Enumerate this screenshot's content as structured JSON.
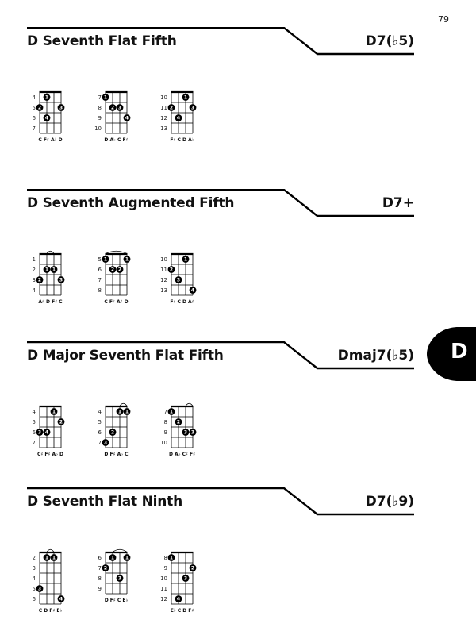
{
  "page_number": "79",
  "tab_letter": "D",
  "sections": [
    {
      "name": "D Seventh Flat Fifth",
      "symbol": "D7(♭5)",
      "diagrams": [
        {
          "frets": [
            "4",
            "5",
            "6",
            "7"
          ],
          "notes": "C  F♯ A♭ D",
          "dots": [
            {
              "s": 1,
              "f": 1,
              "n": "1"
            },
            {
              "s": 0,
              "f": 2,
              "n": "2"
            },
            {
              "s": 3,
              "f": 2,
              "n": "3"
            },
            {
              "s": 1,
              "f": 3,
              "n": "4"
            }
          ],
          "arcs": []
        },
        {
          "frets": [
            "7",
            "8",
            "9",
            "10"
          ],
          "notes": "D A♭ C F♯",
          "dots": [
            {
              "s": 0,
              "f": 1,
              "n": "1"
            },
            {
              "s": 1,
              "f": 2,
              "n": "2"
            },
            {
              "s": 2,
              "f": 2,
              "n": "3"
            },
            {
              "s": 3,
              "f": 3,
              "n": "4"
            }
          ],
          "arcs": []
        },
        {
          "frets": [
            "10",
            "11",
            "12",
            "13"
          ],
          "notes": "F♯ C  D A♭",
          "dots": [
            {
              "s": 2,
              "f": 1,
              "n": "1"
            },
            {
              "s": 0,
              "f": 2,
              "n": "2"
            },
            {
              "s": 3,
              "f": 2,
              "n": "3"
            },
            {
              "s": 1,
              "f": 3,
              "n": "4"
            }
          ],
          "arcs": []
        }
      ]
    },
    {
      "name": "D Seventh Augmented Fifth",
      "symbol": "D7+",
      "diagrams": [
        {
          "frets": [
            "1",
            "2",
            "3",
            "4"
          ],
          "notes": "A♯ D F♯ C",
          "dots": [
            {
              "s": 1,
              "f": 2,
              "n": "1"
            },
            {
              "s": 2,
              "f": 2,
              "n": "1"
            },
            {
              "s": 0,
              "f": 3,
              "n": "2"
            },
            {
              "s": 3,
              "f": 3,
              "n": "3"
            }
          ],
          "arcs": [
            [
              1,
              2
            ]
          ]
        },
        {
          "frets": [
            "5",
            "6",
            "7",
            "8"
          ],
          "notes": "C F♯ A♯ D",
          "dots": [
            {
              "s": 0,
              "f": 1,
              "n": "1"
            },
            {
              "s": 3,
              "f": 1,
              "n": "1"
            },
            {
              "s": 1,
              "f": 2,
              "n": "2"
            },
            {
              "s": 2,
              "f": 2,
              "n": "2"
            }
          ],
          "arcs": [
            [
              0,
              3
            ]
          ]
        },
        {
          "frets": [
            "10",
            "11",
            "12",
            "13"
          ],
          "notes": "F♯ C  D A♯",
          "dots": [
            {
              "s": 2,
              "f": 1,
              "n": "1"
            },
            {
              "s": 0,
              "f": 2,
              "n": "2"
            },
            {
              "s": 1,
              "f": 3,
              "n": "3"
            },
            {
              "s": 3,
              "f": 4,
              "n": "4"
            }
          ],
          "arcs": []
        }
      ]
    },
    {
      "name": "D Major Seventh Flat Fifth",
      "symbol": "Dmaj7(♭5)",
      "diagrams": [
        {
          "frets": [
            "4",
            "5",
            "6",
            "7"
          ],
          "notes": "C♯ F♯ A♭ D",
          "dots": [
            {
              "s": 2,
              "f": 1,
              "n": "1"
            },
            {
              "s": 3,
              "f": 2,
              "n": "2"
            },
            {
              "s": 0,
              "f": 3,
              "n": "3"
            },
            {
              "s": 1,
              "f": 3,
              "n": "4"
            }
          ],
          "arcs": []
        },
        {
          "frets": [
            "4",
            "5",
            "6",
            "7"
          ],
          "notes": "D F♯ A♭ C",
          "dots": [
            {
              "s": 2,
              "f": 1,
              "n": "1"
            },
            {
              "s": 3,
              "f": 1,
              "n": "1"
            },
            {
              "s": 1,
              "f": 3,
              "n": "2"
            },
            {
              "s": 0,
              "f": 4,
              "n": "3"
            }
          ],
          "arcs": [
            [
              2,
              3
            ]
          ]
        },
        {
          "frets": [
            "7",
            "8",
            "9",
            "10"
          ],
          "notes": "D A♭ C♯ F♯",
          "dots": [
            {
              "s": 0,
              "f": 1,
              "n": "1"
            },
            {
              "s": 1,
              "f": 2,
              "n": "2"
            },
            {
              "s": 2,
              "f": 3,
              "n": "3"
            },
            {
              "s": 3,
              "f": 3,
              "n": "3"
            }
          ],
          "arcs": [
            [
              2,
              3
            ]
          ]
        }
      ]
    },
    {
      "name": "D Seventh Flat Ninth",
      "symbol": "D7(♭9)",
      "diagrams": [
        {
          "frets": [
            "2",
            "3",
            "4",
            "5",
            "6"
          ],
          "notes": "C  D F♯ E♭",
          "dots": [
            {
              "s": 1,
              "f": 1,
              "n": "1"
            },
            {
              "s": 2,
              "f": 1,
              "n": "1"
            },
            {
              "s": 0,
              "f": 4,
              "n": "3"
            },
            {
              "s": 3,
              "f": 5,
              "n": "4"
            }
          ],
          "arcs": [
            [
              1,
              2
            ]
          ]
        },
        {
          "frets": [
            "6",
            "7",
            "8",
            "9"
          ],
          "notes": "D F♯ C E♭",
          "dots": [
            {
              "s": 1,
              "f": 1,
              "n": "1"
            },
            {
              "s": 3,
              "f": 1,
              "n": "1"
            },
            {
              "s": 0,
              "f": 2,
              "n": "2"
            },
            {
              "s": 2,
              "f": 3,
              "n": "3"
            }
          ],
          "arcs": [
            [
              1,
              3
            ]
          ]
        },
        {
          "frets": [
            "8",
            "9",
            "10",
            "11",
            "12"
          ],
          "notes": "E♭ C  D F♯",
          "dots": [
            {
              "s": 0,
              "f": 1,
              "n": "1"
            },
            {
              "s": 3,
              "f": 2,
              "n": "2"
            },
            {
              "s": 2,
              "f": 3,
              "n": "3"
            },
            {
              "s": 1,
              "f": 5,
              "n": "4"
            }
          ],
          "arcs": []
        }
      ]
    }
  ]
}
